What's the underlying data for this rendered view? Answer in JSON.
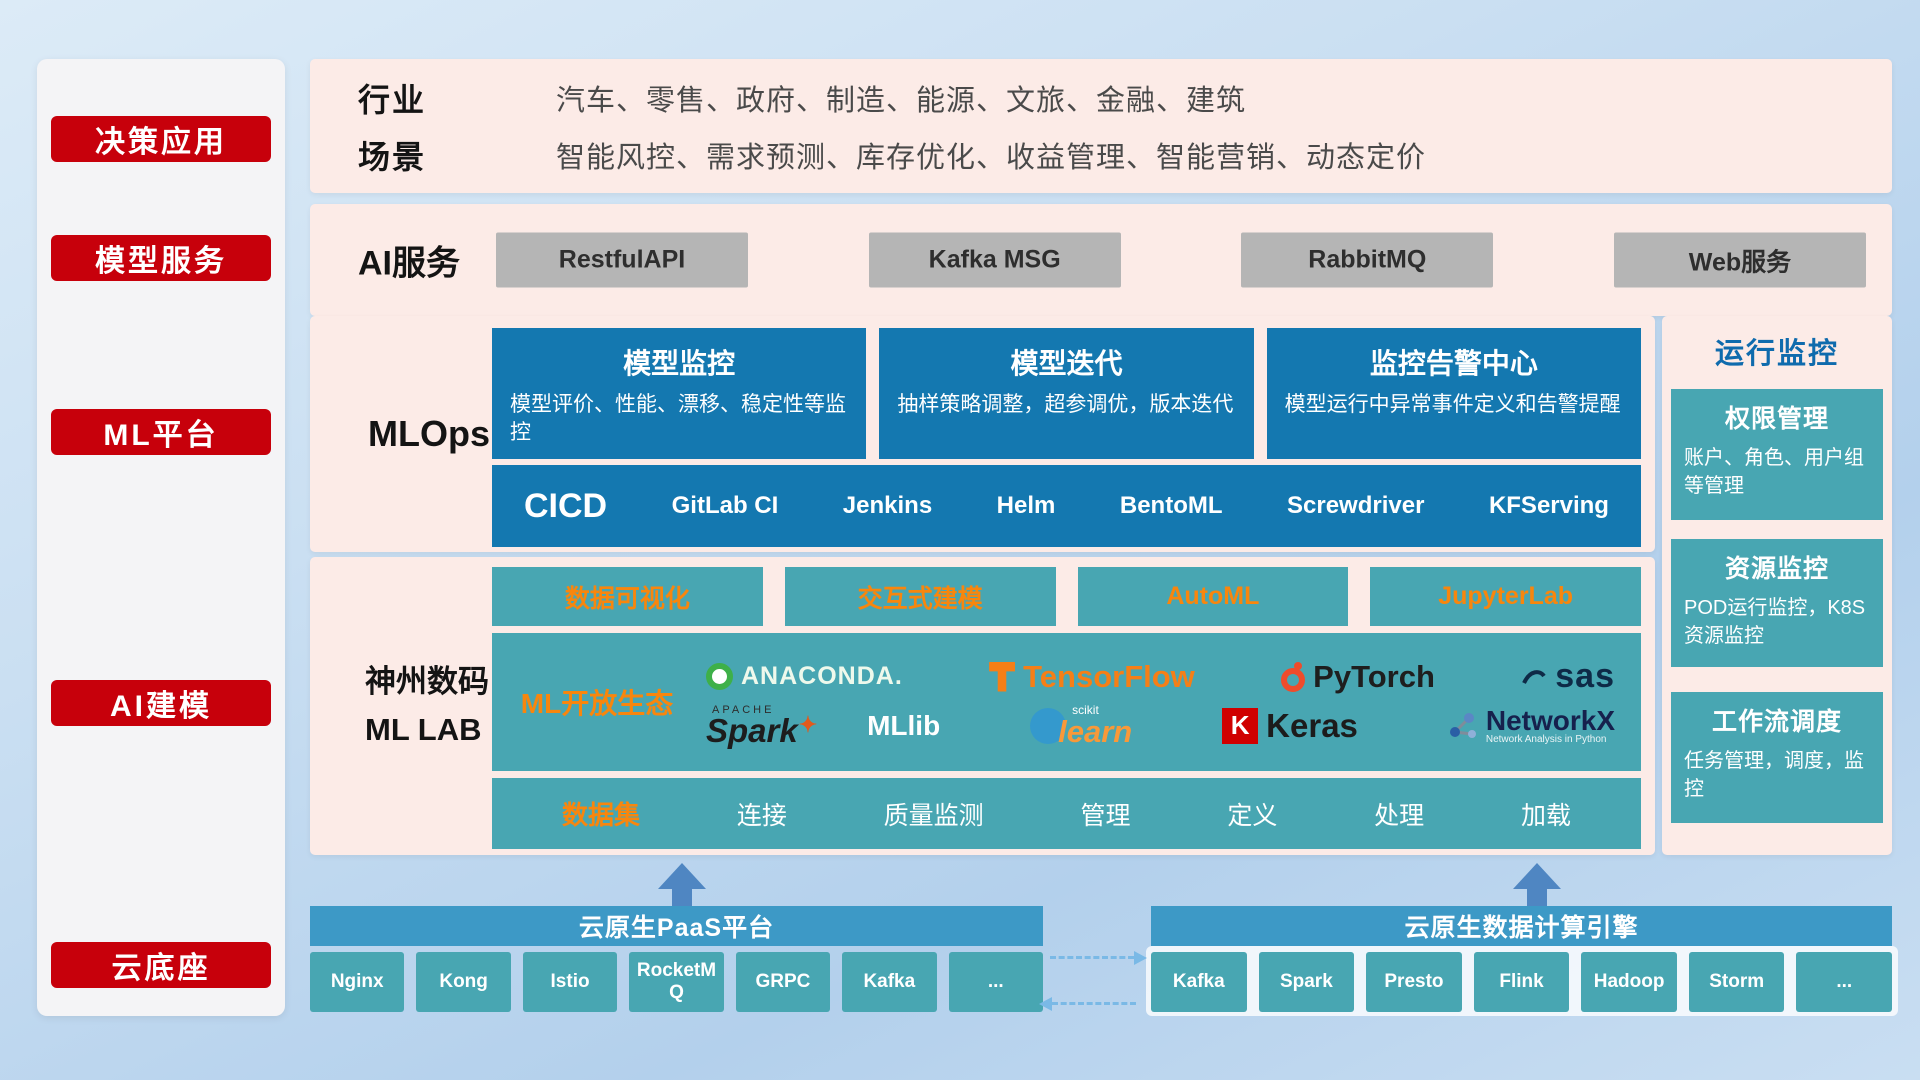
{
  "colors": {
    "red": "#c7000b",
    "blue": "#1478b0",
    "teal": "#48a6b2",
    "orange": "#f8860d",
    "pink": "#fcebe7",
    "gray_button": "#b5b5b5",
    "bottom_blue": "#3d99c6"
  },
  "sidebar": {
    "items": [
      "决策应用",
      "模型服务",
      "ML平台",
      "AI建模",
      "云底座"
    ]
  },
  "industries": {
    "row1_label": "行业",
    "row1_text": "汽车、零售、政府、制造、能源、文旅、金融、建筑",
    "row2_label": "场景",
    "row2_text": "智能风控、需求预测、库存优化、收益管理、智能营销、动态定价"
  },
  "ai_service": {
    "label": "AI服务",
    "buttons": [
      "RestfulAPI",
      "Kafka MSG",
      "RabbitMQ",
      "Web服务"
    ]
  },
  "mlops": {
    "label": "MLOps",
    "cards": [
      {
        "title": "模型监控",
        "desc": "模型评价、性能、漂移、稳定性等监控"
      },
      {
        "title": "模型迭代",
        "desc": "抽样策略调整，超参调优，版本迭代"
      },
      {
        "title": "监控告警中心",
        "desc": "模型运行中异常事件定义和告警提醒"
      }
    ],
    "cicd_title": "CICD",
    "cicd_tools": [
      "GitLab CI",
      "Jenkins",
      "Helm",
      "BentoML",
      "Screwdriver",
      "KFServing"
    ]
  },
  "mllab": {
    "label_line1": "神州数码",
    "label_line2": "ML LAB",
    "tabs": [
      "数据可视化",
      "交互式建模",
      "AutoML",
      "JupyterLab"
    ],
    "eco_label": "ML开放生态",
    "logos": {
      "anaconda": "ANACONDA.",
      "tensorflow": "TensorFlow",
      "pytorch": "PyTorch",
      "sas": "sas",
      "spark_top": "APACHE",
      "spark": "Spark",
      "mllib": "MLlib",
      "scikit_top": "scikit",
      "scikit": "learn",
      "keras_k": "K",
      "keras": "Keras",
      "networkx": "NetworkX",
      "networkx_sub": "Network Analysis in Python"
    },
    "dataset_label": "数据集",
    "dataset_items": [
      "连接",
      "质量监测",
      "管理",
      "定义",
      "处理",
      "加载"
    ]
  },
  "monitoring": {
    "title": "运行监控",
    "cards": [
      {
        "title": "权限管理",
        "desc": "账户、角色、用户组等管理"
      },
      {
        "title": "资源监控",
        "desc": "POD运行监控，K8S资源监控"
      },
      {
        "title": "工作流调度",
        "desc": "任务管理，调度，监控"
      }
    ]
  },
  "paas": {
    "title": "云原生PaaS平台",
    "items": [
      "Nginx",
      "Kong",
      "Istio",
      "RocketMQ",
      "GRPC",
      "Kafka",
      "..."
    ]
  },
  "engine": {
    "title": "云原生数据计算引擎",
    "items": [
      "Kafka",
      "Spark",
      "Presto",
      "Flink",
      "Hadoop",
      "Storm",
      "..."
    ]
  }
}
